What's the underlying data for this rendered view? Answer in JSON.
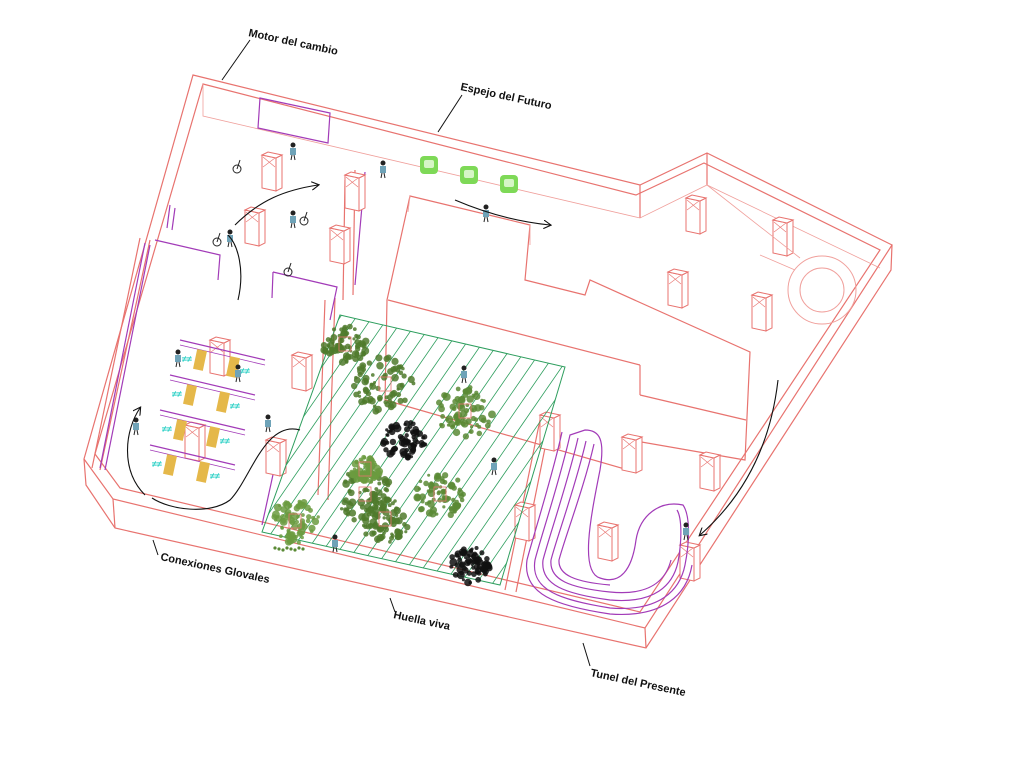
{
  "colors": {
    "wall": "#e8736f",
    "partition": "#a23bb8",
    "hatch": "#2e9e5e",
    "tree": "#4f7a2c",
    "accent_green": "#7ed957",
    "seat_yellow": "#e5b84a",
    "screen_cyan": "#2fd1c7"
  },
  "labels": {
    "motor": "Motor del cambio",
    "espejo": "Espejo del Futuro",
    "conexiones": "Conexiones Glovales",
    "huella": "Huella viva",
    "tunel": "Tunel del Presente"
  },
  "icons": [
    "tree-icon",
    "person-icon",
    "chair-icon",
    "planter-icon",
    "column-icon",
    "circle-fountain-icon"
  ]
}
